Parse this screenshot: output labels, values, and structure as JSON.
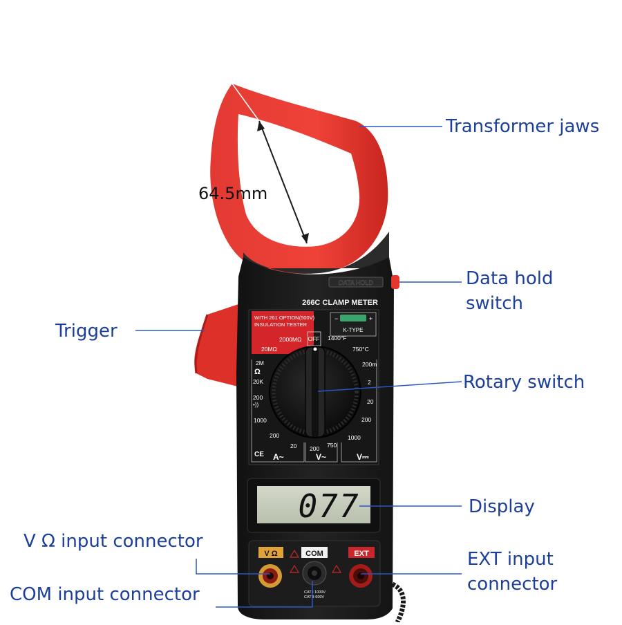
{
  "meter": {
    "model_label": "266C  CLAMP  METER",
    "data_hold_label": "DATA HOLD",
    "insulation_label_1": "WITH 261 OPTION(500V)",
    "insulation_label_2": "INSULATION TESTER",
    "ktype_label": "K-TYPE",
    "ktype_minus": "−",
    "ktype_plus": "+",
    "off_label": "OFF",
    "ce_mark": "CE",
    "display_reading": "077",
    "dial_marks": {
      "megohm_2000": "2000MΩ",
      "megohm_20": "20MΩ",
      "f1400": "1400°F",
      "c750": "750°C",
      "ohm_2m": "2M",
      "ohm_symbol": "Ω",
      "ohm_20k": "20K",
      "ohm_200": "200",
      "continuity": "•))",
      "a_1000": "1000",
      "a_200": "200",
      "a_20": "20",
      "a_label": "A~",
      "vac_200": "200",
      "vac_750": "750",
      "vac_label": "V~",
      "vdc_200m": "200m",
      "vdc_2": "2",
      "vdc_20": "20",
      "vdc_200": "200",
      "vdc_1000": "1000",
      "vdc_label": "V⎓"
    },
    "jacks": {
      "vohm_label": "V Ω",
      "com_label": "COM",
      "ext_label": "EXT",
      "cat_label_1": "CAT Ⅰ 1000V",
      "cat_label_2": "CAT Ⅱ 600V"
    }
  },
  "dimension": {
    "label": "64.5mm"
  },
  "callouts": {
    "transformer_jaws": "Transformer jaws",
    "data_hold_1": "Data hold",
    "data_hold_2": "switch",
    "trigger": "Trigger",
    "rotary_switch": "Rotary switch",
    "display": "Display",
    "vohm_connector": "V Ω input connector",
    "ext_connector_1": "EXT input",
    "ext_connector_2": "connector",
    "com_connector": "COM input connector"
  },
  "colors": {
    "callout_text": "#1d3f9c",
    "leader_line": "#2b55c8",
    "jaw_red": "#e8352e",
    "body_black": "#1a1a1a",
    "lcd_bg": "#c9cfbf",
    "insulation_box": "#d4262a",
    "vohm_jack": "#e0a23a",
    "ext_jack": "#c8262a"
  }
}
